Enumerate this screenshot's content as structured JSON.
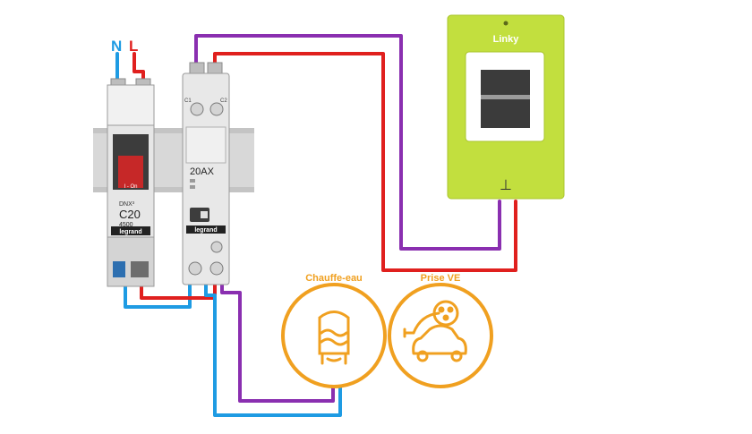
{
  "labels": {
    "neutral": "N",
    "live": "L",
    "breaker_brand": "legrand",
    "breaker_model": "DNX³",
    "breaker_rating": "C20",
    "breaker_capacity": "4500",
    "breaker_toggle": "I - On",
    "contactor_rating": "20AX",
    "contactor_brand": "legrand",
    "terminal_c1": "C1",
    "terminal_c2": "C2",
    "meter_brand": "Linky",
    "meter_contact_symbol": "⊥",
    "load_water_heater": "Chauffe-eau",
    "load_ev_socket": "Prise VE"
  },
  "colors": {
    "neutral_wire": "#1e9be3",
    "live_wire": "#e0201e",
    "control_wire": "#8a2fb0",
    "meter_body": "#c2df3e",
    "load_ring": "#f0a020",
    "din_rail": "#d8d8d8"
  }
}
